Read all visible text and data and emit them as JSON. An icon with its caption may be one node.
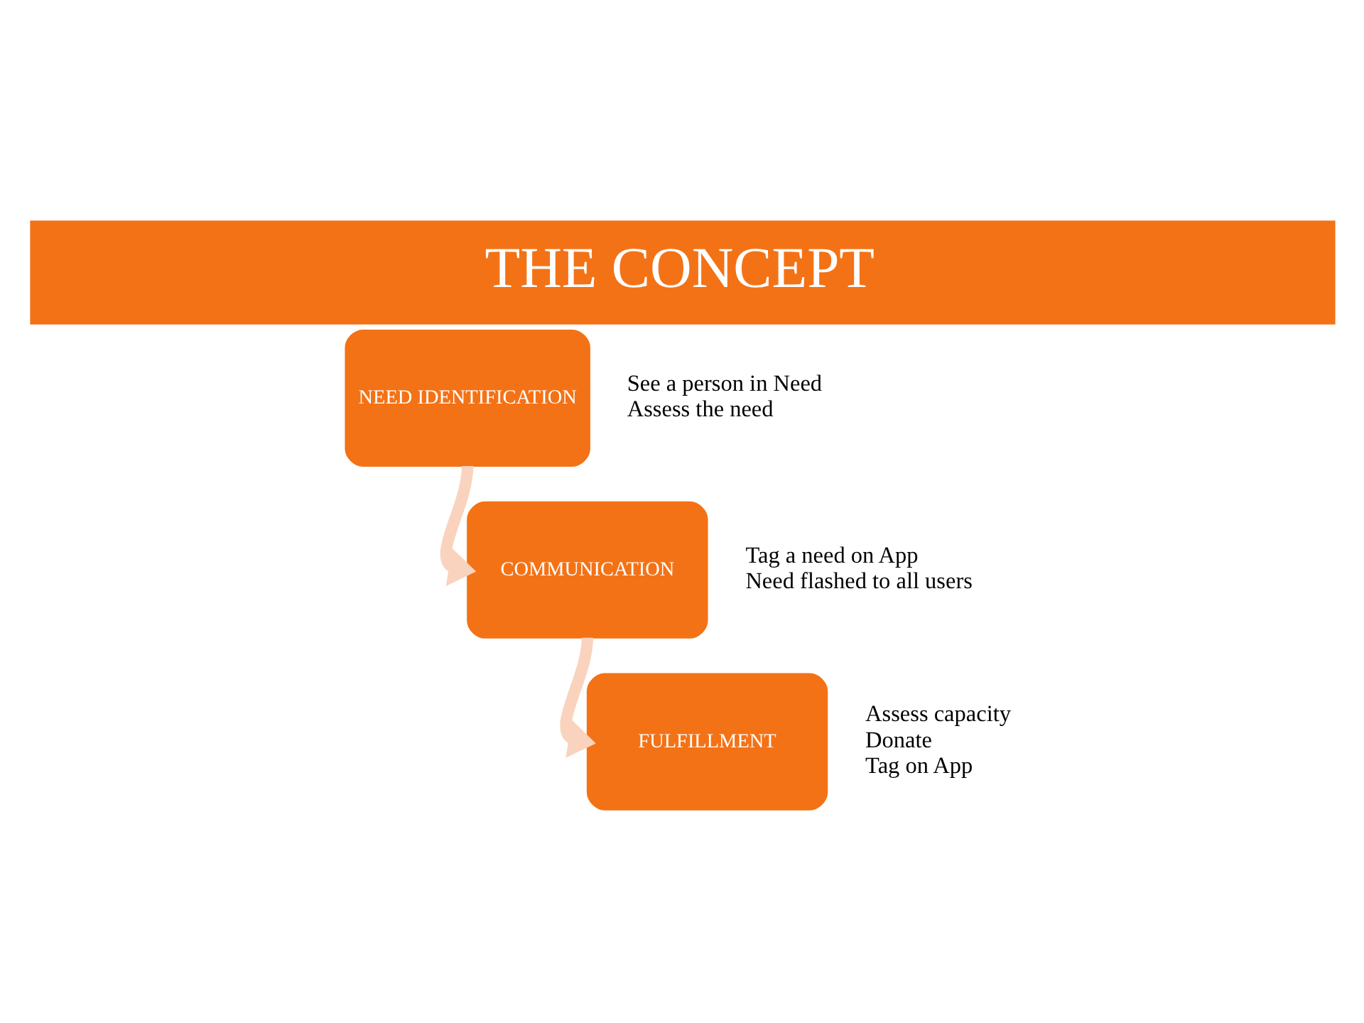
{
  "diagram": {
    "title": "THE CONCEPT",
    "nodes": [
      {
        "text": [
          "NEED IDENTIFICATION"
        ],
        "beside": [
          "See a person in Need",
          "Assess the need"
        ]
      },
      {
        "text": [
          "COMMUNICATION"
        ],
        "beside": [
          "Tag a need on App",
          "Need flashed to all users"
        ]
      },
      {
        "text": [
          "FULFILLMENT"
        ],
        "beside": [
          "Assess capacity",
          "Donate",
          "Tag on App"
        ]
      }
    ],
    "edges": [
      {
        "from": 0,
        "to": 1,
        "arrow": "to"
      },
      {
        "from": 1,
        "to": 2,
        "arrow": "to"
      }
    ]
  }
}
